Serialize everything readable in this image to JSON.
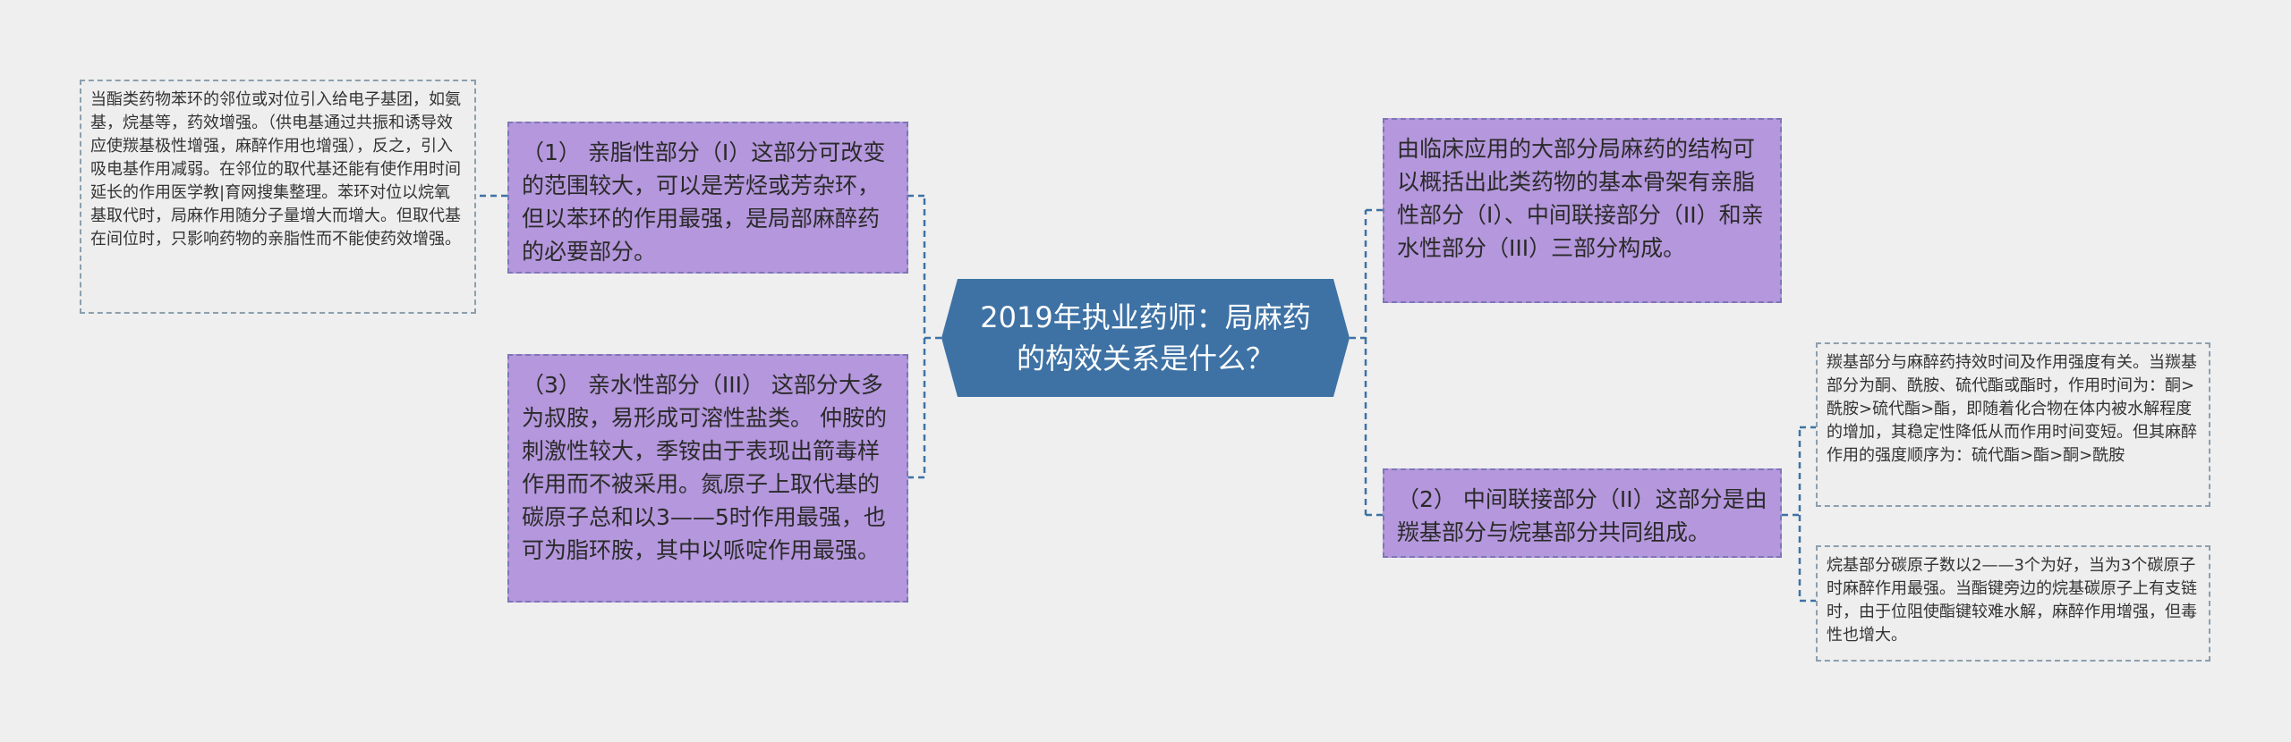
{
  "colors": {
    "background": "#efefef",
    "center_fill": "#3e72a5",
    "node_fill": "#b497dc",
    "node_border": "#7d76b8",
    "leaf_fill": "#eeeeee",
    "leaf_border": "#8c9fae",
    "connector": "#3e72a5"
  },
  "center": {
    "title": "2019年执业药师：局麻药的构效关系是什么？"
  },
  "left": {
    "lipophilic": {
      "text": "（1） 亲脂性部分（I）这部分可改变的范围较大，可以是芳烃或芳杂环，但以苯环的作用最强，是局部麻醉药的必要部分。",
      "detail": "当酯类药物苯环的邻位或对位引入给电子基团，如氨基，烷基等，药效增强。（供电基通过共振和诱导效应使羰基极性增强，麻醉作用也增强），反之，引入吸电基作用减弱。在邻位的取代基还能有使作用时间延长的作用医学教|育网搜集整理。苯环对位以烷氧基取代时，局麻作用随分子量增大而增大。但取代基在间位时，只影响药物的亲脂性而不能使药效增强。"
    },
    "hydrophilic": {
      "text": "（3） 亲水性部分（III） 这部分大多为叔胺，易形成可溶性盐类。 仲胺的刺激性较大，季铵由于表现出箭毒样作用而不被采用。氮原子上取代基的碳原子总和以3——5时作用最强，也可为脂环胺，其中以哌啶作用最强。"
    }
  },
  "right": {
    "overview": {
      "text": "由临床应用的大部分局麻药的结构可以概括出此类药物的基本骨架有亲脂性部分（I）、中间联接部分（II）和亲水性部分（III）三部分构成。"
    },
    "middle": {
      "text": "（2） 中间联接部分（II）这部分是由羰基部分与烷基部分共同组成。",
      "carbonyl": "羰基部分与麻醉药持效时间及作用强度有关。当羰基部分为酮、酰胺、硫代酯或酯时，作用时间为：酮>酰胺>硫代酯>酯，即随着化合物在体内被水解程度的增加，其稳定性降低从而作用时间变短。但其麻醉作用的强度顺序为：硫代酯>酯>酮>酰胺",
      "alkyl": "烷基部分碳原子数以2——3个为好，当为3个碳原子时麻醉作用最强。当酯键旁边的烷基碳原子上有支链时，由于位阻使酯键较难水解，麻醉作用增强，但毒性也增大。"
    }
  }
}
